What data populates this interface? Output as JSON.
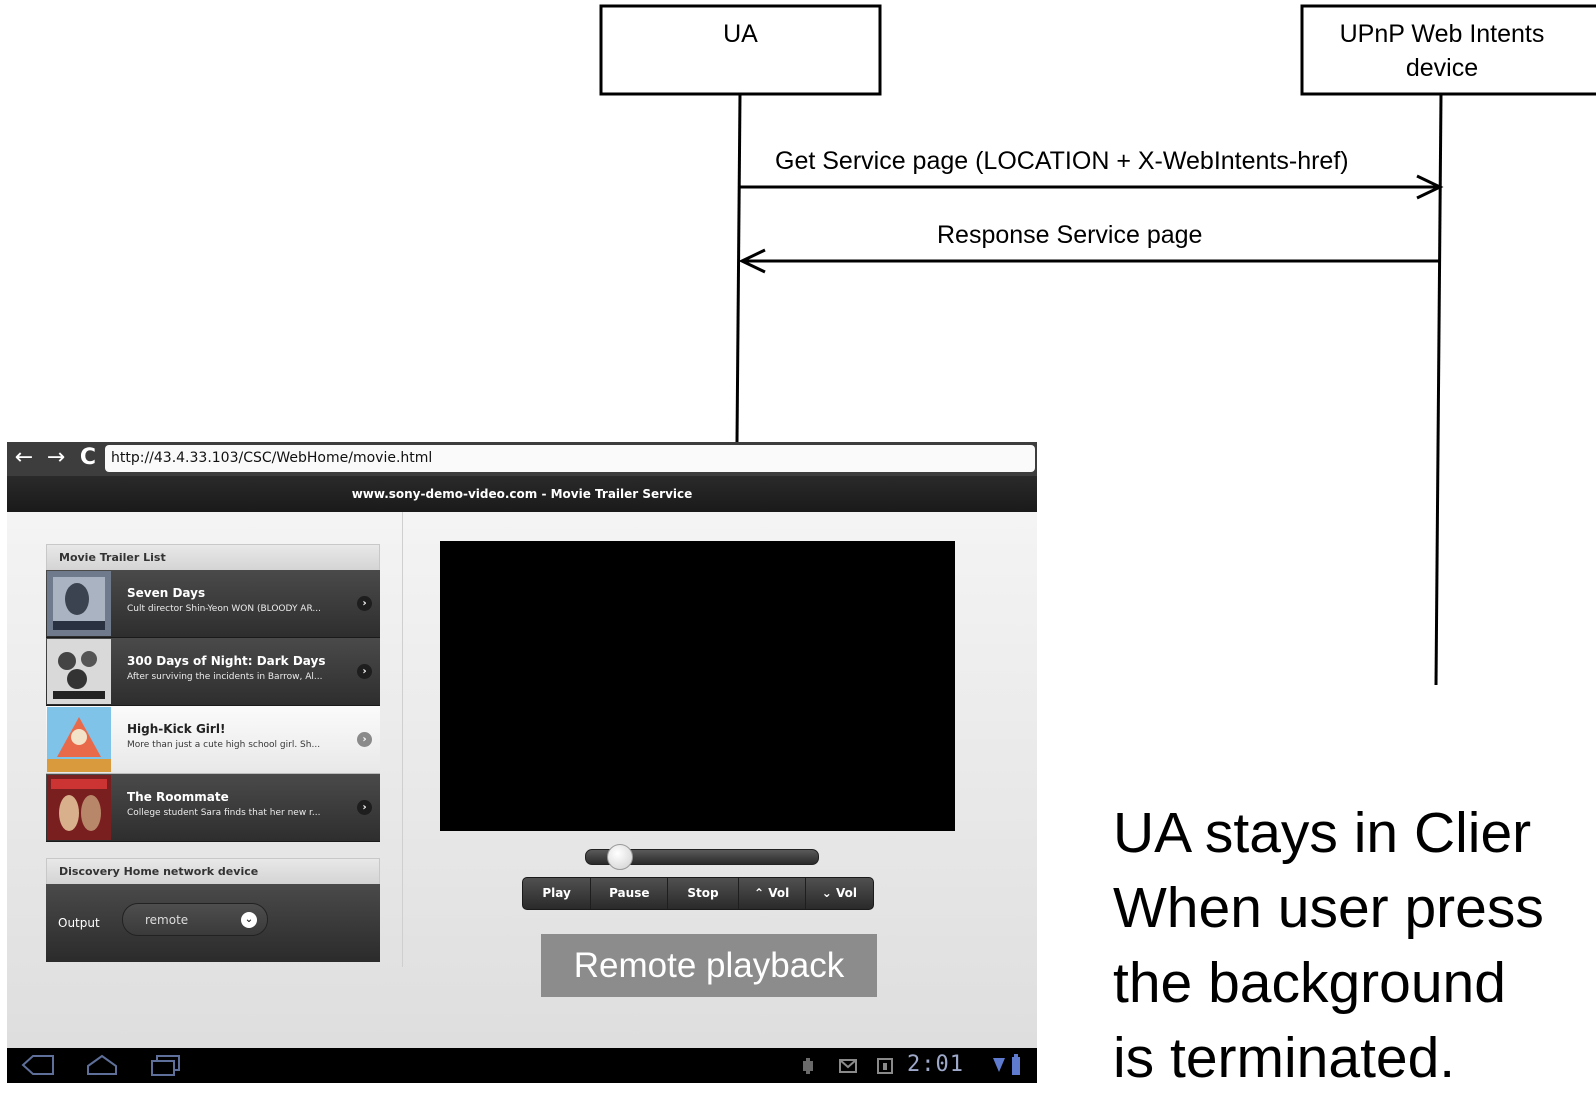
{
  "diagram": {
    "actors": [
      {
        "id": "ua",
        "label_lines": [
          "UA"
        ]
      },
      {
        "id": "device",
        "label_lines": [
          "UPnP Web Intents",
          "device"
        ]
      }
    ],
    "messages": [
      {
        "from": "ua",
        "to": "device",
        "label": "Get Service page (LOCATION + X-WebIntents-href)"
      },
      {
        "from": "device",
        "to": "ua",
        "label": "Response Service  page"
      }
    ],
    "caption_lines": [
      "UA stays in Clier",
      "When user press",
      "the background",
      "is terminated."
    ]
  },
  "browser": {
    "url": "http://43.4.33.103/CSC/WebHome/movie.html",
    "page_title": "www.sony-demo-video.com - Movie Trailer Service",
    "list_header": "Movie Trailer List",
    "movies": [
      {
        "title": "Seven Days",
        "desc": "Cult director Shin-Yeon WON (BLOODY AR...",
        "selected": false
      },
      {
        "title": "300 Days of Night: Dark Days",
        "desc": "After surviving the incidents in Barrow, Al...",
        "selected": false
      },
      {
        "title": "High-Kick Girl!",
        "desc": "More than just a cute high school girl. Sh...",
        "selected": true
      },
      {
        "title": "The Roommate",
        "desc": "College student Sara finds that her new r...",
        "selected": false
      }
    ],
    "discovery_header": "Discovery Home network device",
    "output_label": "Output",
    "output_value": "remote",
    "controls": [
      "Play",
      "Pause",
      "Stop",
      "⌃ Vol",
      "⌄ Vol"
    ],
    "seek_progress": 0.1,
    "remote_button": "Remote playback",
    "clock": "2:01"
  },
  "colors": {
    "line": "#000000",
    "remote_button": "#8c8c8c",
    "clock": "#9ea9c9"
  }
}
